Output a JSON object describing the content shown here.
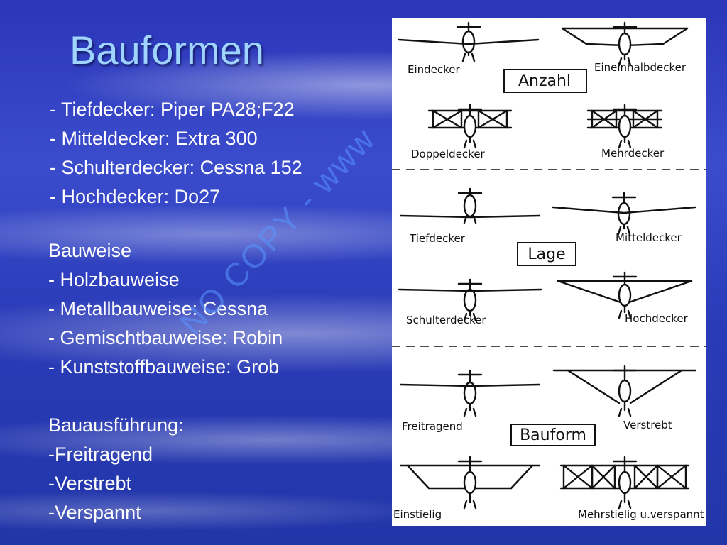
{
  "slide": {
    "title": "Bauformen",
    "examples": [
      "- Tiefdecker: Piper PA28;F22",
      "- Mitteldecker: Extra 300",
      "- Schulterdecker: Cessna 152",
      "- Hochdecker: Do27"
    ],
    "bauweise": [
      "Bauweise",
      "- Holzbauweise",
      "- Metallbauweise: Cessna",
      "- Gemischtbauweise: Robin",
      "- Kunststoffbauweise: Grob"
    ],
    "ausfuehrung": [
      "Bauausführung:",
      "-Freitragend",
      "-Verstrebt",
      "-Verspannt"
    ],
    "watermark": "NO COPY - www"
  },
  "diagram": {
    "sections": [
      "Anzahl",
      "Lage",
      "Bauform"
    ],
    "planes": [
      {
        "label": "Eindecker",
        "kind": "mono"
      },
      {
        "label": "Eineinhalbdecker",
        "kind": "sesqui"
      },
      {
        "label": "Doppeldecker",
        "kind": "bi"
      },
      {
        "label": "Mehrdecker",
        "kind": "multi"
      },
      {
        "label": "Tiefdecker",
        "kind": "low"
      },
      {
        "label": "Mitteldecker",
        "kind": "mid"
      },
      {
        "label": "Schulterdecker",
        "kind": "shoulder"
      },
      {
        "label": "Hochdecker",
        "kind": "high"
      },
      {
        "label": "Freitragend",
        "kind": "cantilever"
      },
      {
        "label": "Verstrebt",
        "kind": "strut"
      },
      {
        "label": "Einstielig",
        "kind": "single-bay"
      },
      {
        "label": "Mehrstielig u.verspannt",
        "kind": "multi-bay"
      }
    ]
  },
  "colors": {
    "title": "#9fd4ff",
    "text": "#ffffff",
    "watermark": "#5a96ff",
    "background": "#2b36b8"
  }
}
